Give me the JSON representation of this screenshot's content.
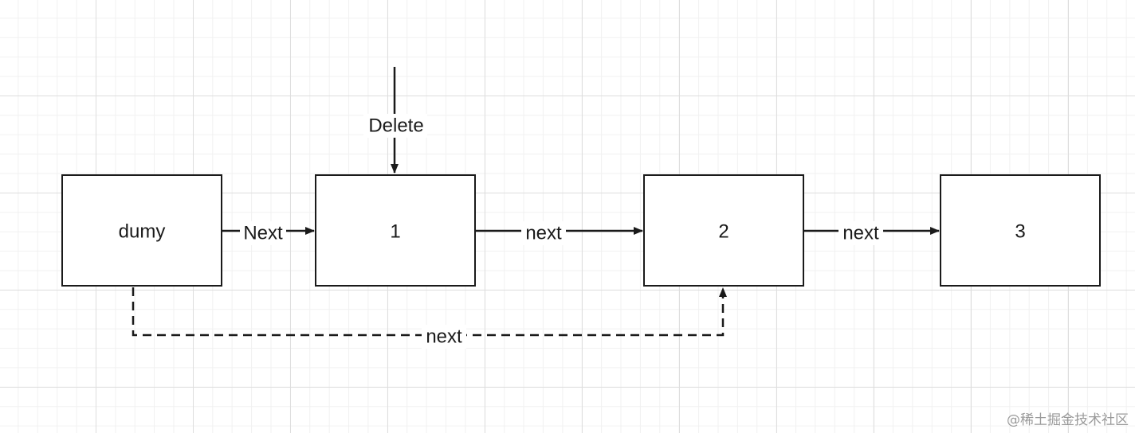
{
  "nodes": [
    {
      "id": "dumy",
      "label": "dumy"
    },
    {
      "id": "n1",
      "label": "1"
    },
    {
      "id": "n2",
      "label": "2"
    },
    {
      "id": "n3",
      "label": "3"
    }
  ],
  "edges": [
    {
      "id": "dumy-to-1",
      "from": "dumy",
      "to": "n1",
      "label": "Next",
      "style": "solid"
    },
    {
      "id": "1-to-2",
      "from": "n1",
      "to": "n2",
      "label": "next",
      "style": "solid"
    },
    {
      "id": "2-to-3",
      "from": "n2",
      "to": "n3",
      "label": "next",
      "style": "solid"
    },
    {
      "id": "dumy-to-2",
      "from": "dumy",
      "to": "n2",
      "label": "next",
      "style": "dashed"
    }
  ],
  "pointer": {
    "target": "n1",
    "label": "Delete"
  },
  "watermark": "@稀土掘金技术社区",
  "colors": {
    "stroke": "#1a1a1a",
    "grid": "#dedede",
    "background": "#ffffff",
    "watermark": "#9a9a9a"
  }
}
